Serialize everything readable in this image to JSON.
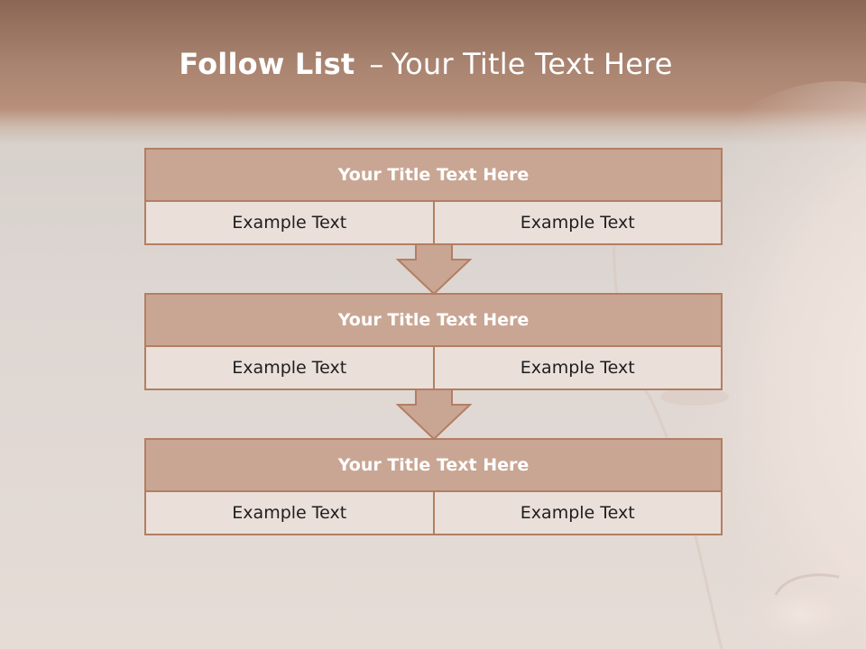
{
  "title": {
    "bold": "Follow List",
    "separator": "–",
    "rest": "Your Title Text Here"
  },
  "colors": {
    "header_band": "#a98470",
    "box_border": "#b37e63",
    "box_header_fill": "#c9a693",
    "box_body_fill": "#eadfd9",
    "arrow_fill": "#c9a693"
  },
  "steps": [
    {
      "title": "Your Title Text Here",
      "left": "Example Text",
      "right": "Example Text"
    },
    {
      "title": "Your Title Text Here",
      "left": "Example Text",
      "right": "Example Text"
    },
    {
      "title": "Your Title Text Here",
      "left": "Example Text",
      "right": "Example Text"
    }
  ],
  "connectors": [
    "down-arrow-icon",
    "down-arrow-icon"
  ]
}
